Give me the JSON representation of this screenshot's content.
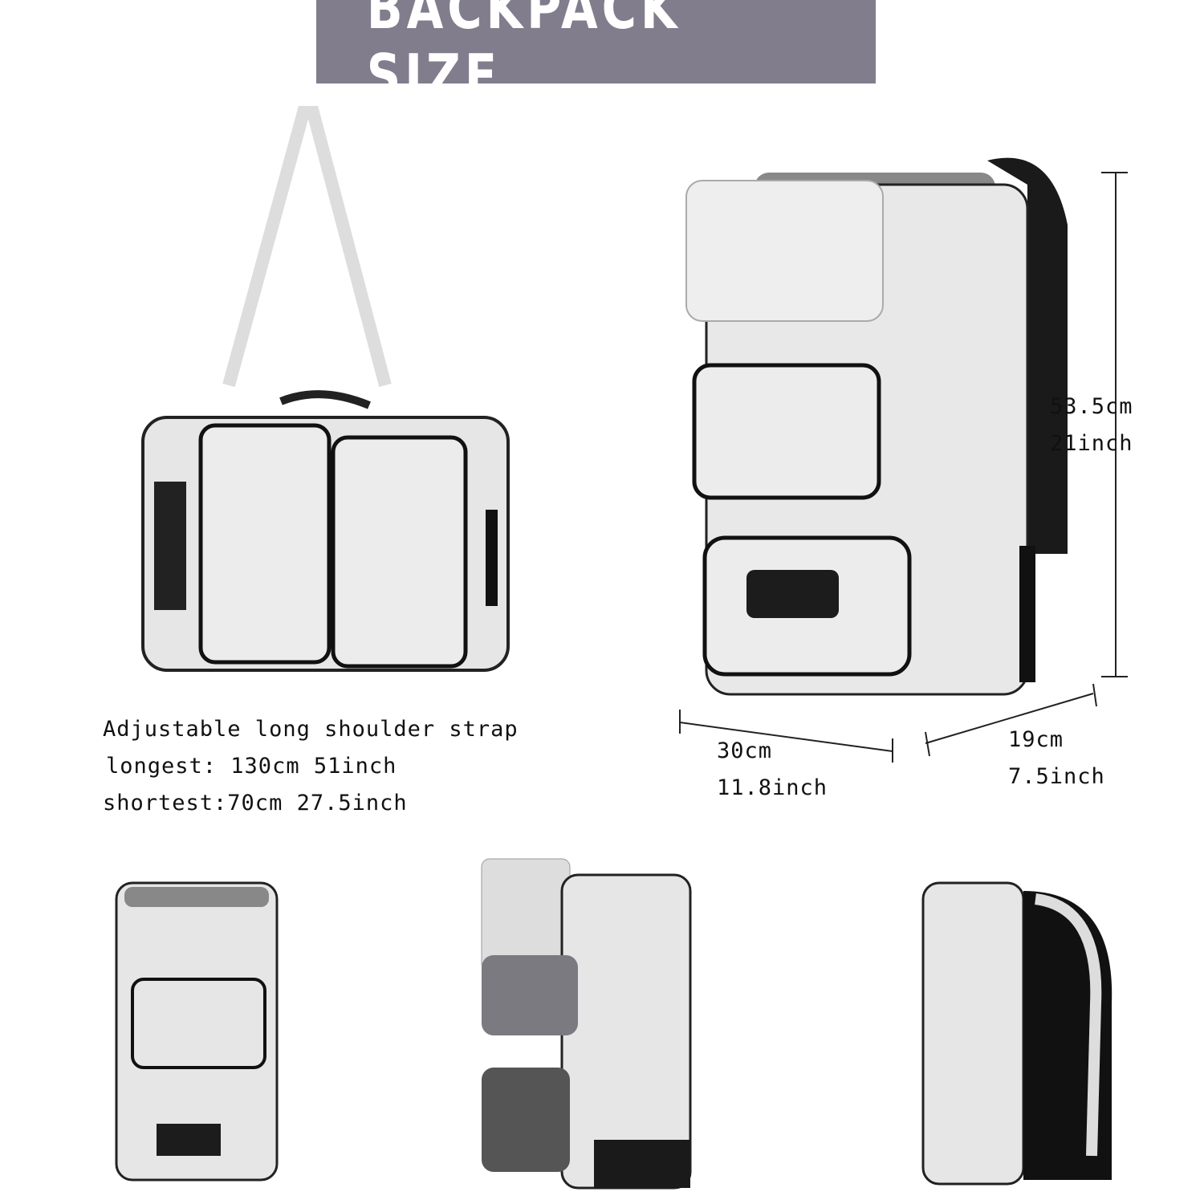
{
  "title": "BACKPACK SIZE",
  "strap_info": {
    "heading": "Adjustable long shoulder strap",
    "longest": "longest: 130cm 51inch",
    "shortest": "shortest:70cm 27.5inch"
  },
  "dimensions": {
    "height_cm": "53.5cm",
    "height_in": "21inch",
    "width_cm": "30cm",
    "width_in": "11.8inch",
    "depth_cm": "19cm",
    "depth_in": "7.5inch"
  },
  "colors": {
    "banner": "#817d8c",
    "bag": "#e6e6e6",
    "trim": "#111111"
  }
}
